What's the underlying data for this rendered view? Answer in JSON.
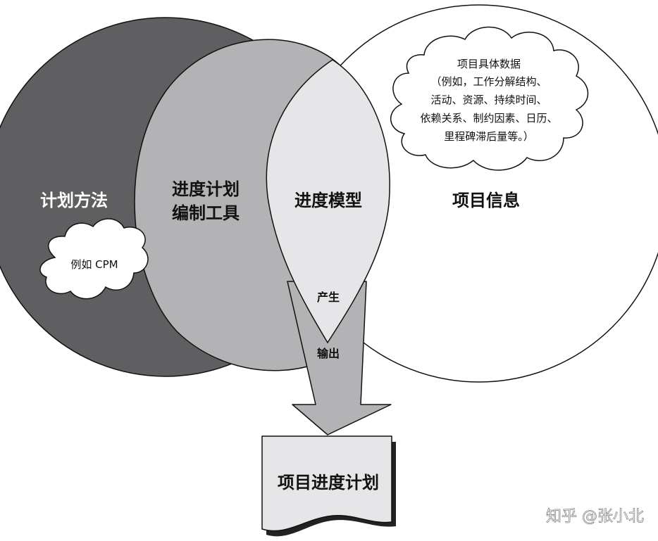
{
  "regions": {
    "planning_method": "计划方法",
    "tool_line1": "进度计划",
    "tool_line2": "编制工具",
    "schedule_model": "进度模型",
    "project_info": "项目信息"
  },
  "planning_method_example": "例如 CPM",
  "project_info_detail": [
    "项目具体数据",
    "（例如，工作分解结构、",
    "活动、资源、持续时间、",
    "依赖关系、制约因素、日历、",
    "里程碑滞后量等。）"
  ],
  "arrow_labels": {
    "produce": "产生",
    "output": "输出"
  },
  "output_document": "项目进度计划",
  "watermark": "知乎 @张小北",
  "colors": {
    "planning_method_fill": "#5f5f61",
    "tool_fill": "#b3b3b5",
    "model_fill": "#e6e6e8",
    "outline": "#111111",
    "white_text": "#ffffff",
    "dark_text": "#111111"
  }
}
